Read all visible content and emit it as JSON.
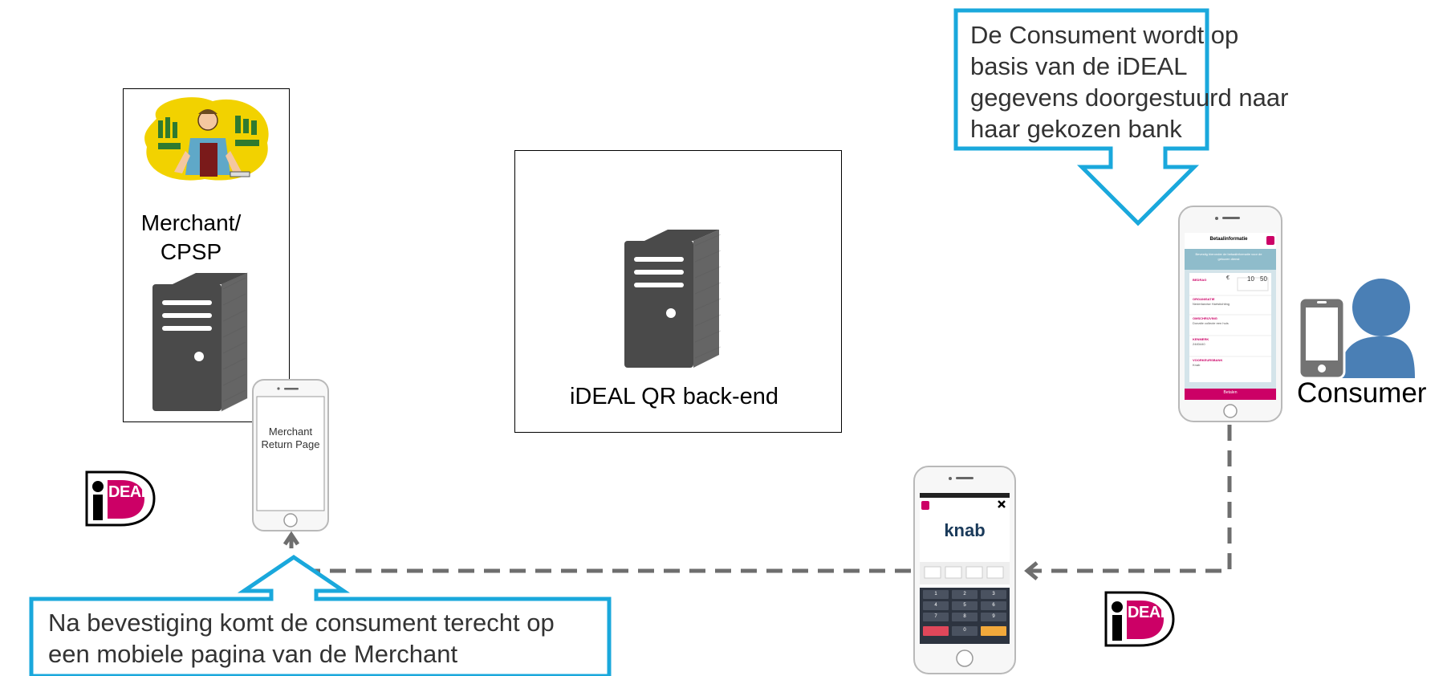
{
  "merchant": {
    "label_line1": "Merchant/",
    "label_line2": "CPSP"
  },
  "backend": {
    "label": "iDEAL QR back-end"
  },
  "consumer": {
    "label": "Consumer"
  },
  "merchant_phone": {
    "line1": "Merchant",
    "line2": "Return Page"
  },
  "callout_top": {
    "line1": "De Consument wordt op",
    "line2": "basis van de iDEAL",
    "line3": "gegevens doorgestuurd naar",
    "line4": "haar gekozen bank"
  },
  "callout_bottom": {
    "line1": "Na bevestiging komt de consument terecht op",
    "line2": "een mobiele pagina van de Merchant"
  },
  "logos": {
    "ideal_text": "DEAL",
    "bank_name": "knab"
  },
  "payment_screen": {
    "header": "Betaalinformatie",
    "intro": "Bevestig hieronder de betaalinformatie voor de gekozen dienst",
    "amount_label": "BEDRAG",
    "currency": "€",
    "amount_whole": "10",
    "amount_decimal": "50",
    "org_label": "ORGANISATIE",
    "org_value": "Nederlandse Hartstichting",
    "desc_label": "OMSCHRIJVING",
    "desc_value": "Donatie collecte een huis",
    "ref_label": "KENMERK",
    "ref_value": "2483440",
    "bank_label": "VOORKEURSBANK",
    "bank_value": "Knab",
    "pay_button": "Betalen"
  },
  "keypad": {
    "keys": [
      "1",
      "2",
      "3",
      "4",
      "5",
      "6",
      "7",
      "8",
      "9",
      "0"
    ]
  },
  "colors": {
    "callout_border": "#1aa8dc",
    "ideal_pink": "#cc0066",
    "server_gray": "#4a4a4a",
    "arrow_gray": "#6e6e6e",
    "person_blue": "#4a7fb5",
    "device_gray": "#737373"
  }
}
